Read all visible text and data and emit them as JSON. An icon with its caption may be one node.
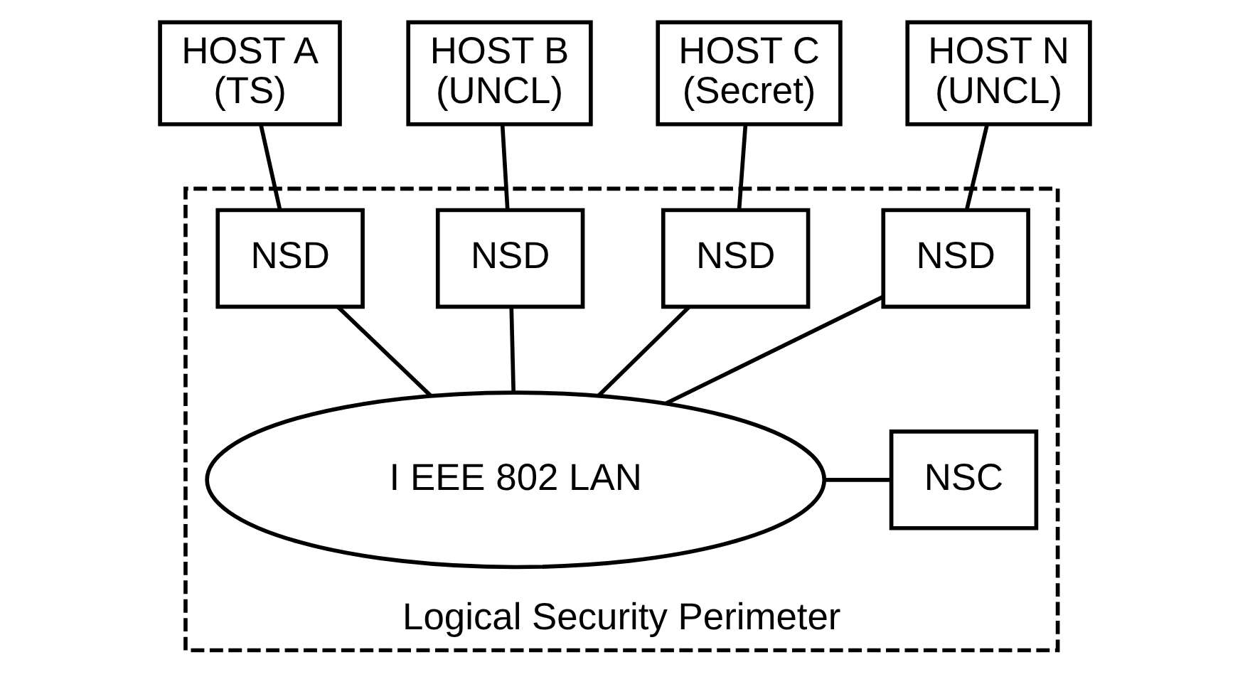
{
  "diagram": {
    "nodes": [
      {
        "text": [
          "Logical Security Perimeter"
        ]
      },
      {
        "text": [
          "HOST A (TS)"
        ]
      },
      {
        "text": [
          "HOST B (UNCL)"
        ]
      },
      {
        "text": [
          "HOST C (Secret)"
        ]
      },
      {
        "text": [
          "HOST N (UNCL)"
        ]
      },
      {
        "text": [
          "NSD"
        ],
        "in": 0
      },
      {
        "text": [
          "NSD"
        ],
        "in": 0
      },
      {
        "text": [
          "NSD"
        ],
        "in": 0
      },
      {
        "text": [
          "NSD"
        ],
        "in": 0
      },
      {
        "text": [
          "I EEE 802 LAN"
        ],
        "in": 0
      },
      {
        "text": [
          "NSC"
        ],
        "in": 0
      }
    ],
    "edges": [
      {
        "from": 1,
        "to": 5,
        "arrow": "none"
      },
      {
        "from": 2,
        "to": 6,
        "arrow": "none"
      },
      {
        "from": 3,
        "to": 7,
        "arrow": "none"
      },
      {
        "from": 4,
        "to": 8,
        "arrow": "none"
      },
      {
        "from": 5,
        "to": 9,
        "arrow": "none"
      },
      {
        "from": 6,
        "to": 9,
        "arrow": "none"
      },
      {
        "from": 7,
        "to": 9,
        "arrow": "none"
      },
      {
        "from": 8,
        "to": 9,
        "arrow": "none"
      },
      {
        "from": 9,
        "to": 10,
        "arrow": "none"
      }
    ]
  }
}
